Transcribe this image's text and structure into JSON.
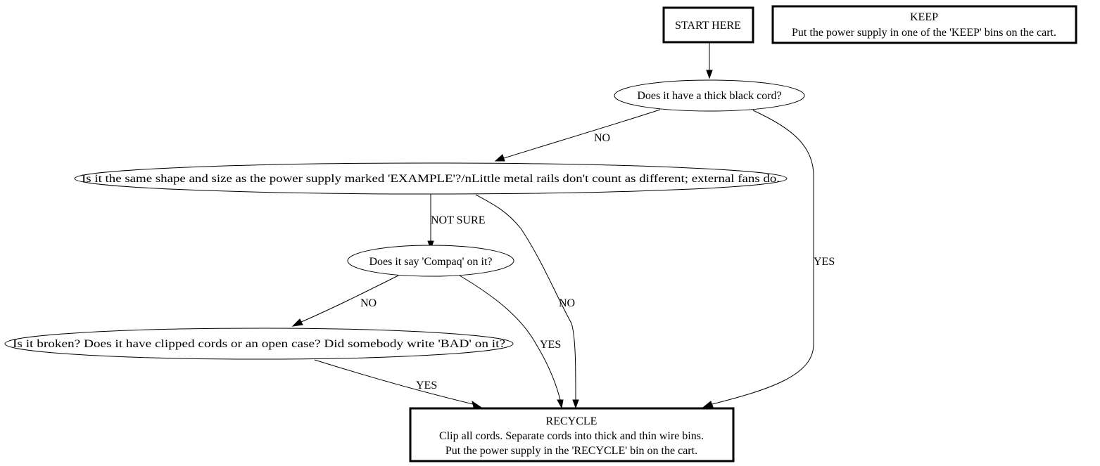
{
  "diagram": {
    "type": "flowchart",
    "nodes": {
      "start": {
        "shape": "box",
        "lines": [
          "START HERE"
        ]
      },
      "keep": {
        "shape": "box",
        "lines": [
          "KEEP",
          "Put the power supply in one of the 'KEEP' bins on the cart."
        ]
      },
      "thick_cord": {
        "shape": "ellipse",
        "lines": [
          "Does it have a thick black cord?"
        ]
      },
      "same_shape": {
        "shape": "ellipse",
        "lines": [
          "Is it the same shape and size as the power supply marked 'EXAMPLE'?/nLittle metal rails don't count as different; external fans do."
        ]
      },
      "compaq": {
        "shape": "ellipse",
        "lines": [
          "Does it say 'Compaq' on it?"
        ]
      },
      "broken": {
        "shape": "ellipse",
        "lines": [
          "Is it broken?  Does it have clipped cords or an open case?  Did somebody write 'BAD' on it?"
        ]
      },
      "recycle": {
        "shape": "box",
        "lines": [
          "RECYCLE",
          "Clip all cords. Separate cords into thick and thin wire bins.",
          "Put the power supply in the 'RECYCLE' bin on the cart."
        ]
      }
    },
    "edges": [
      {
        "from": "start",
        "to": "thick_cord",
        "label": ""
      },
      {
        "from": "thick_cord",
        "to": "same_shape",
        "label": "NO"
      },
      {
        "from": "thick_cord",
        "to": "recycle",
        "label": "YES"
      },
      {
        "from": "same_shape",
        "to": "compaq",
        "label": "NOT SURE"
      },
      {
        "from": "same_shape",
        "to": "recycle",
        "label": "NO"
      },
      {
        "from": "compaq",
        "to": "broken",
        "label": "NO"
      },
      {
        "from": "compaq",
        "to": "recycle",
        "label": "YES"
      },
      {
        "from": "broken",
        "to": "recycle",
        "label": "YES"
      }
    ]
  }
}
